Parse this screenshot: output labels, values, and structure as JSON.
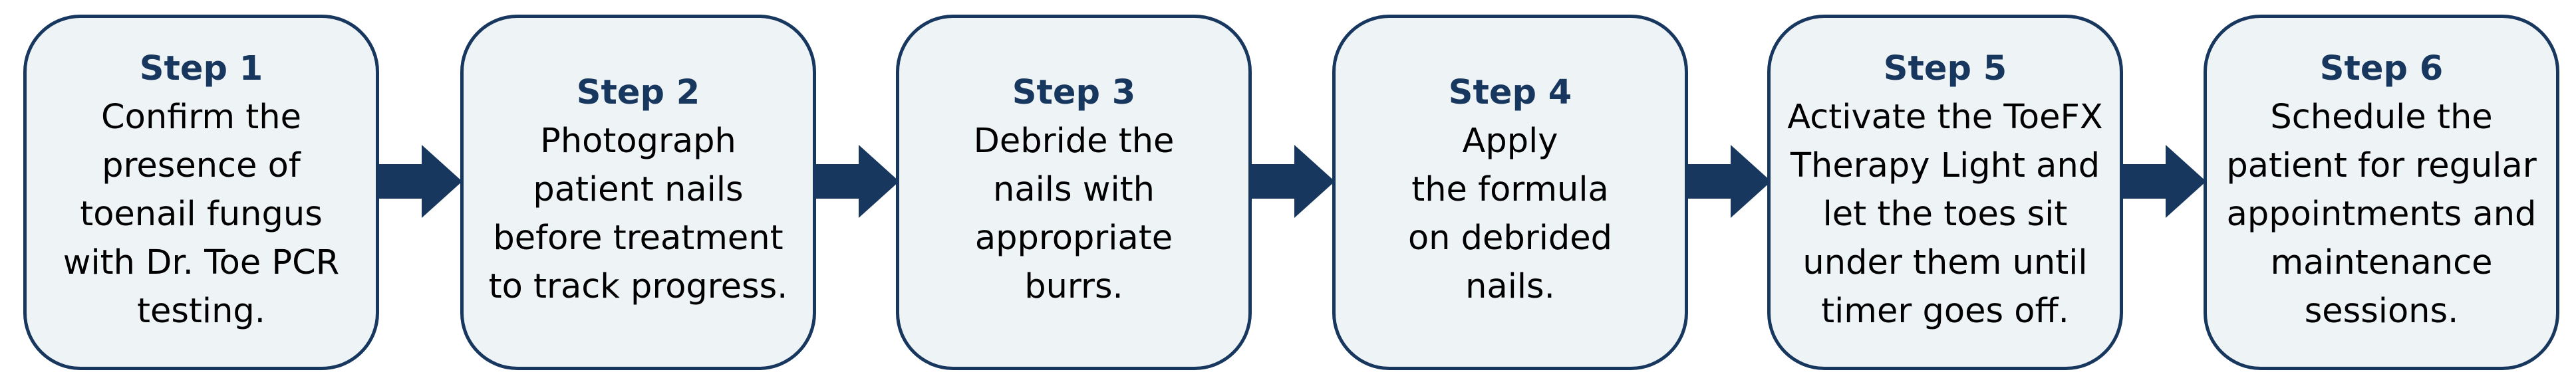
{
  "colors": {
    "box_fill": "#eef3f6",
    "box_border": "#17375e",
    "title": "#17375e",
    "text": "#000000",
    "arrow": "#17375e"
  },
  "steps": [
    {
      "title": "Step 1",
      "lines": [
        "Confirm the",
        "presence of",
        "toenail fungus",
        "with Dr. Toe PCR",
        "testing."
      ]
    },
    {
      "title": "Step 2",
      "lines": [
        "Photograph",
        "patient nails",
        "before treatment",
        "to track progress."
      ]
    },
    {
      "title": "Step 3",
      "lines": [
        "Debride the",
        "nails with",
        "appropriate",
        "burrs."
      ]
    },
    {
      "title": "Step 4",
      "lines": [
        "Apply",
        "the formula",
        "on debrided",
        "nails."
      ]
    },
    {
      "title": "Step 5",
      "lines": [
        "Activate the ToeFX",
        "Therapy Light and",
        "let the toes sit",
        "under them until",
        "timer goes off."
      ]
    },
    {
      "title": "Step 6",
      "lines": [
        "Schedule the",
        "patient for regular",
        "appointments and",
        "maintenance",
        "sessions."
      ]
    }
  ],
  "arrows": [
    {
      "from": "Step 1",
      "to": "Step 2",
      "icon": "arrow-right-icon"
    },
    {
      "from": "Step 2",
      "to": "Step 3",
      "icon": "arrow-right-icon"
    },
    {
      "from": "Step 3",
      "to": "Step 4",
      "icon": "arrow-right-icon"
    },
    {
      "from": "Step 4",
      "to": "Step 5",
      "icon": "arrow-right-icon"
    },
    {
      "from": "Step 5",
      "to": "Step 6",
      "icon": "arrow-right-icon"
    }
  ]
}
